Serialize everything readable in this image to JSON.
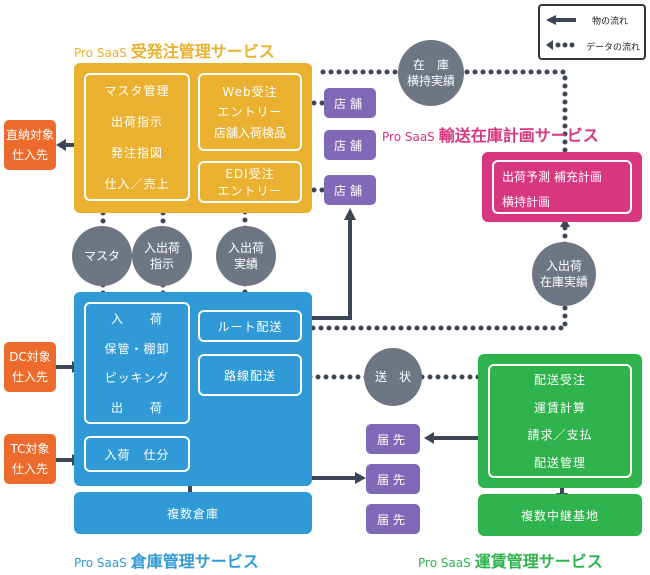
{
  "legend": {
    "goods_flow": "物の流れ",
    "data_flow": "データの流れ"
  },
  "services": {
    "order": {
      "pro": "Pro SaaS",
      "name": "受発注管理サービス"
    },
    "transport": {
      "pro": "Pro SaaS",
      "name": "輸送在庫計画サービス"
    },
    "warehouse": {
      "pro": "Pro SaaS",
      "name": "倉庫管理サービス"
    },
    "freight": {
      "pro": "Pro SaaS",
      "name": "運賃管理サービス"
    }
  },
  "order_box": {
    "items": [
      "マスタ管理",
      "出荷指示",
      "発注指図",
      "仕入／売上"
    ],
    "web_line1": "Web受注",
    "web_line2": "エントリー",
    "web_line3": "店舗入荷検品",
    "edi_line1": "EDI受注",
    "edi_line2": "エントリー"
  },
  "transport_box": {
    "line1": "出荷予測 補充計画",
    "line2": "横持計画"
  },
  "warehouse_box": {
    "items": [
      "入　　荷",
      "保管・棚卸",
      "ピッキング",
      "出　　荷"
    ],
    "arrival": "入荷　仕分",
    "route": "ルート配送",
    "line": "路線配送",
    "multi": "複数倉庫"
  },
  "freight_box": {
    "items": [
      "配送受注",
      "運賃計算",
      "請求／支払",
      "配送管理"
    ],
    "hub": "複数中継基地"
  },
  "circles": {
    "stock_l1": "在　庫",
    "stock_l2": "横持実績",
    "master": "マスタ",
    "ship_l1": "入出荷",
    "ship_l2": "指示",
    "result_l1": "入出荷",
    "result_l2": "実績",
    "inv_l1": "入出荷",
    "inv_l2": "在庫実績",
    "invoice": "送　状"
  },
  "stores": [
    "店舗",
    "店舗",
    "店舗"
  ],
  "destinations": [
    "届先",
    "届先",
    "届先"
  ],
  "vendors": {
    "direct_l1": "直納対象",
    "direct_l2": "仕入先",
    "dc_l1": "DC対象",
    "dc_l2": "仕入先",
    "tc_l1": "TC対象",
    "tc_l2": "仕入先"
  },
  "colors": {
    "order": "#eab131",
    "warehouse": "#2f9ad6",
    "freight": "#2fb34d",
    "transport": "#d8367f",
    "circle": "#6e7683",
    "store": "#8069b7",
    "vendor": "#ec6a2b",
    "flow": "#3d4654"
  }
}
